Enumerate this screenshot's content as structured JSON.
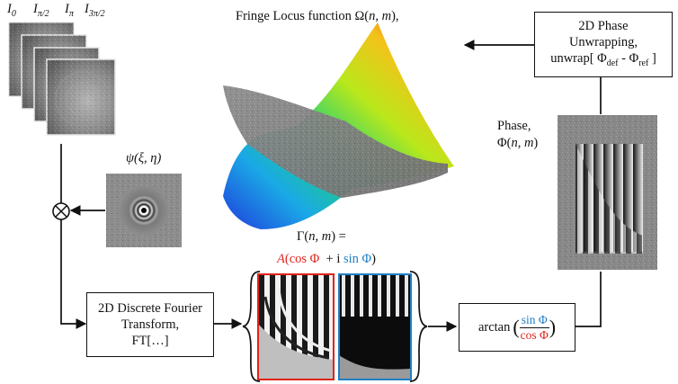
{
  "frame_labels": [
    "I",
    "I",
    "I",
    "I"
  ],
  "frame_subs": [
    "0",
    "π/2",
    "π",
    "3π/2"
  ],
  "fringe_locus": {
    "text": "Fringe Locus function Ω(",
    "vars": "n, m",
    "close": "),"
  },
  "psi": {
    "sym": "ψ(",
    "vars": "ξ, η",
    "close": ")"
  },
  "dft_box": {
    "line1": "2D Discrete Fourier",
    "line2": "Transform,",
    "line3": "FT[…]"
  },
  "gamma": {
    "line1a": "Γ(",
    "vars": "n, m",
    "line1b": ") =",
    "a": "A",
    "open": "(",
    "cos": "cos Φ",
    "plus": "+ i",
    "sin": "sin Φ",
    "close": ")"
  },
  "arctan": {
    "fn": "arctan",
    "num": "sin Φ",
    "den": "cos Φ"
  },
  "phase_label": {
    "line1": "Phase,",
    "sym": "Φ(",
    "vars": "n, m",
    "close": ")"
  },
  "unwrap_box": {
    "line1": "2D Phase",
    "line2": "Unwrapping,",
    "line3a": "unwrap[ Φ",
    "sub1": "def",
    "mid": " - Φ",
    "sub2": "ref",
    "line3b": " ]"
  },
  "multiply_symbol": "⊗",
  "colors": {
    "cos_frame": "#e0241b",
    "sin_frame": "#1f7fc4",
    "line": "#111111"
  }
}
